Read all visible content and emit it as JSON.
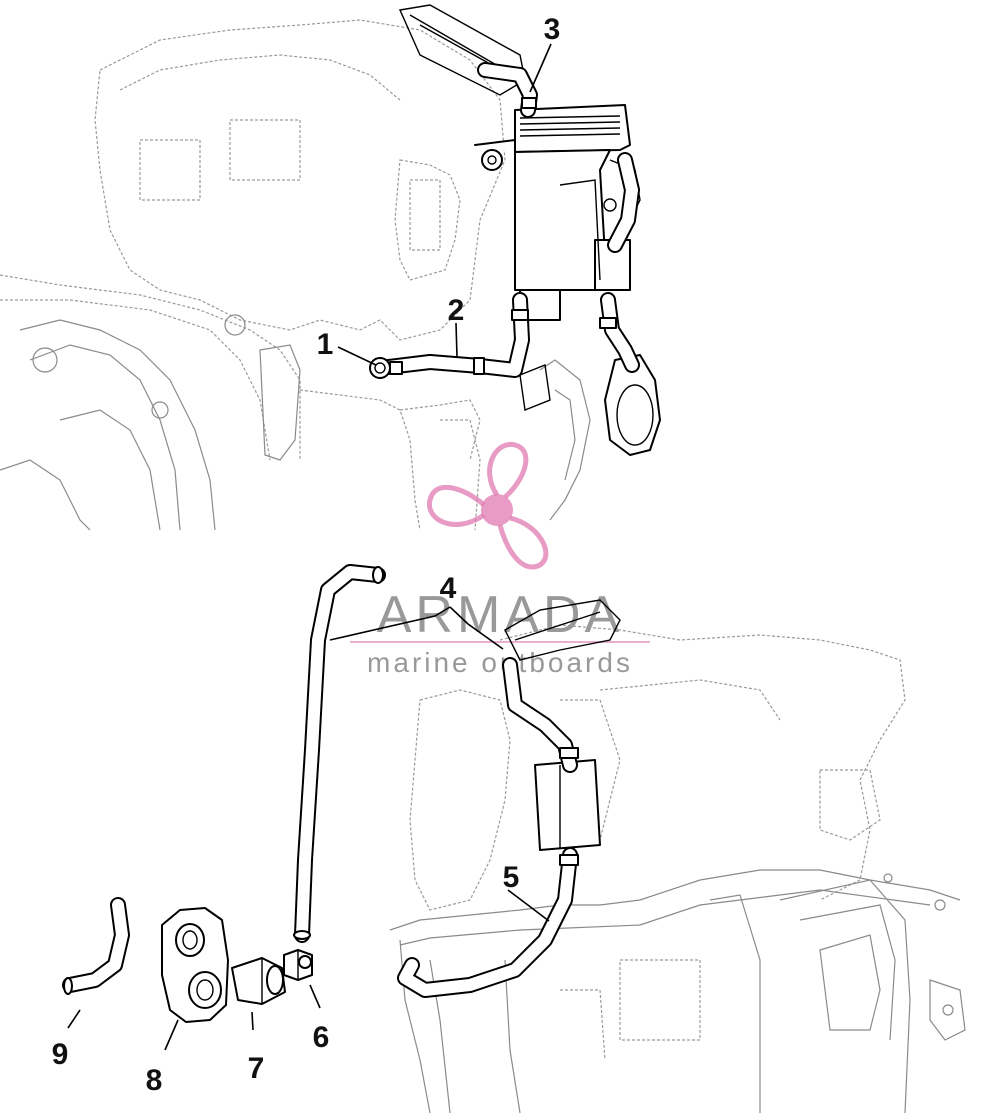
{
  "callouts": [
    {
      "id": "1",
      "label": "1"
    },
    {
      "id": "2",
      "label": "2"
    },
    {
      "id": "3",
      "label": "3"
    },
    {
      "id": "4",
      "label": "4"
    },
    {
      "id": "5",
      "label": "5"
    },
    {
      "id": "6",
      "label": "6"
    },
    {
      "id": "7",
      "label": "7"
    },
    {
      "id": "8",
      "label": "8"
    },
    {
      "id": "9",
      "label": "9"
    }
  ],
  "watermark": {
    "brand": "ARMADA",
    "tagline": "marine outboards",
    "logo_icon": "propeller-icon",
    "logo_color": "#e07ab0",
    "text_color": "#888888"
  }
}
